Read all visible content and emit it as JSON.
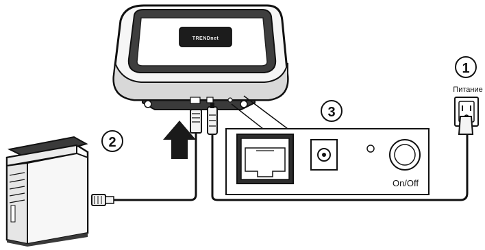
{
  "brand": "TRENDnet",
  "steps": {
    "power": {
      "number": "1",
      "label": "Питание"
    },
    "ethernet": {
      "number": "2"
    },
    "panel": {
      "number": "3"
    }
  },
  "panel": {
    "power_button_label": "On/Off"
  }
}
